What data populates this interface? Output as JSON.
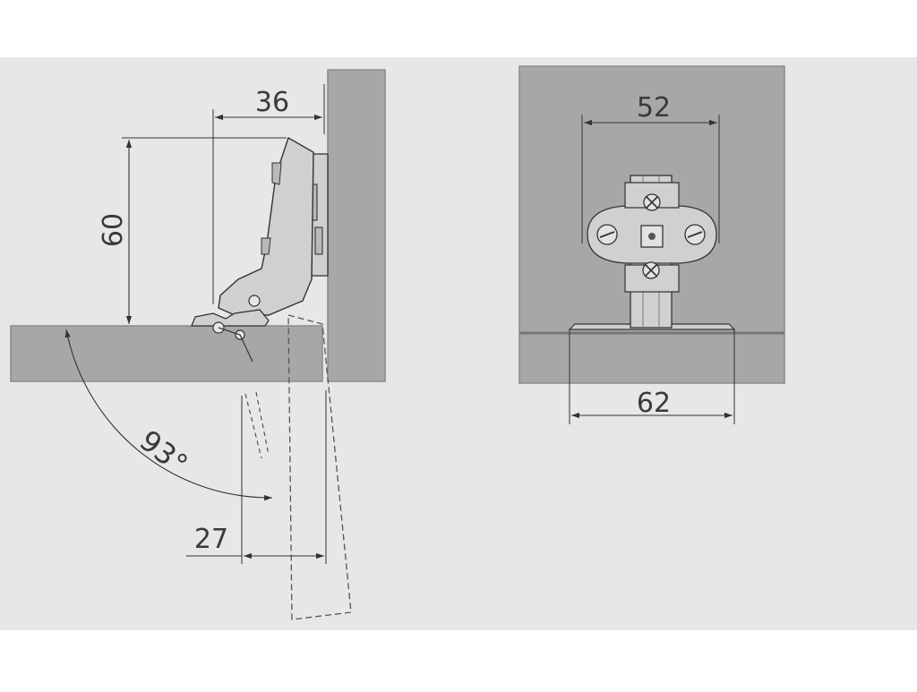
{
  "colors": {
    "page": "#ffffff",
    "band": "#e7e7e7",
    "panel": "#a7a7a7",
    "panel_edge": "#8a8a8a",
    "hinge": "#d0d0d0",
    "hinge_dark": "#b9b9b9",
    "line": "#333333",
    "dash": "#555555"
  },
  "side_view": {
    "dim_top": "36",
    "dim_height": "60",
    "dim_bottom": "27",
    "angle": "93°"
  },
  "front_view": {
    "dim_top": "52",
    "dim_bottom": "62"
  }
}
